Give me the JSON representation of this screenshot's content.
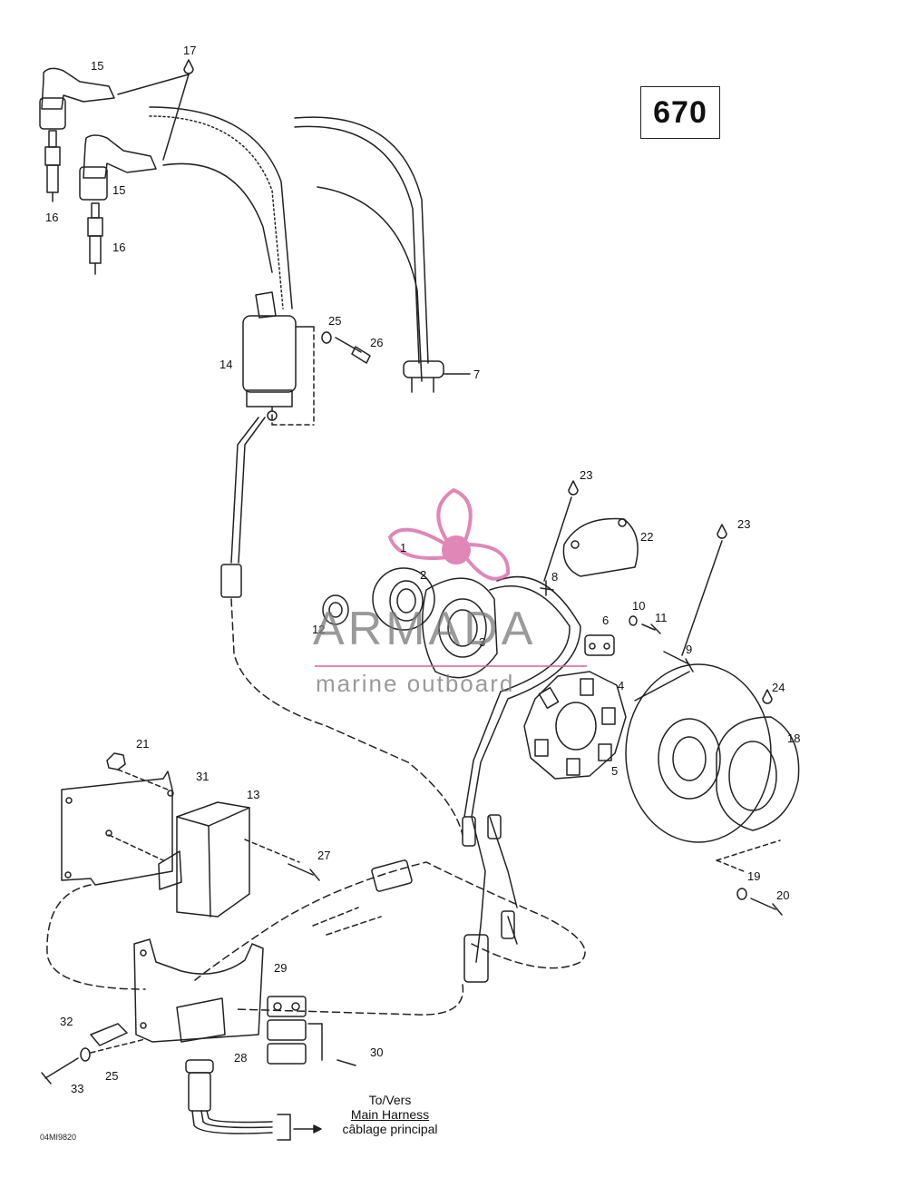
{
  "page_number": "670",
  "watermark": {
    "brand": "ARMADA",
    "tagline": "marine outboard",
    "accent_color": "#d660a0",
    "icon": "propeller-icon"
  },
  "drawing_code": "04MI9820",
  "harness_label": {
    "line1": "To/Vers",
    "line2": "Main Harness",
    "line3": "câblage principal"
  },
  "callouts": {
    "c1": "1",
    "c2": "2",
    "c3": "3",
    "c4": "4",
    "c5": "5",
    "c6": "6",
    "c7": "7",
    "c8": "8",
    "c9": "9",
    "c10": "10",
    "c11": "11",
    "c12": "12",
    "c13": "13",
    "c14": "14",
    "c15a": "15",
    "c15b": "15",
    "c16a": "16",
    "c16b": "16",
    "c17": "17",
    "c18": "18",
    "c19": "19",
    "c20": "20",
    "c21": "21",
    "c22": "22",
    "c23a": "23",
    "c23b": "23",
    "c24": "24",
    "c25a": "25",
    "c25b": "25",
    "c26": "26",
    "c27": "27",
    "c28": "28",
    "c29": "29",
    "c30": "30",
    "c31": "31",
    "c32": "32",
    "c33": "33"
  }
}
